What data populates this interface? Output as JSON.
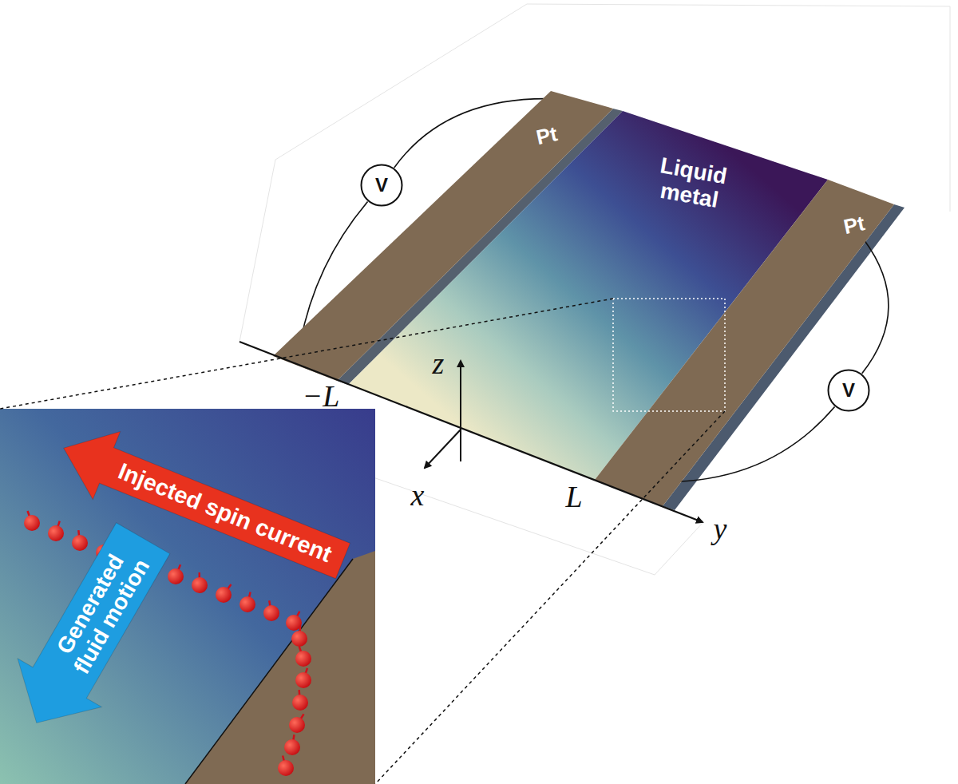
{
  "diagram": {
    "nodes": [
      {
        "text": [
          "Pt"
        ]
      },
      {
        "text": [
          "V"
        ]
      },
      {
        "text": [
          "Liquid metal"
        ]
      },
      {
        "text": [
          "Pt"
        ]
      },
      {
        "text": [
          "V"
        ]
      },
      {
        "text": [
          "Injected spin current"
        ]
      },
      {
        "text": [
          "Generated fluid motion"
        ]
      }
    ],
    "edges": [
      {
        "from": 1,
        "to": 0,
        "arrow": "none"
      },
      {
        "from": 1,
        "to": 0,
        "arrow": "none"
      },
      {
        "from": 4,
        "to": 3,
        "arrow": "none"
      },
      {
        "from": 4,
        "to": 3,
        "arrow": "none"
      }
    ],
    "labels": [
      "z",
      "−L",
      "x",
      "L",
      "y"
    ]
  }
}
